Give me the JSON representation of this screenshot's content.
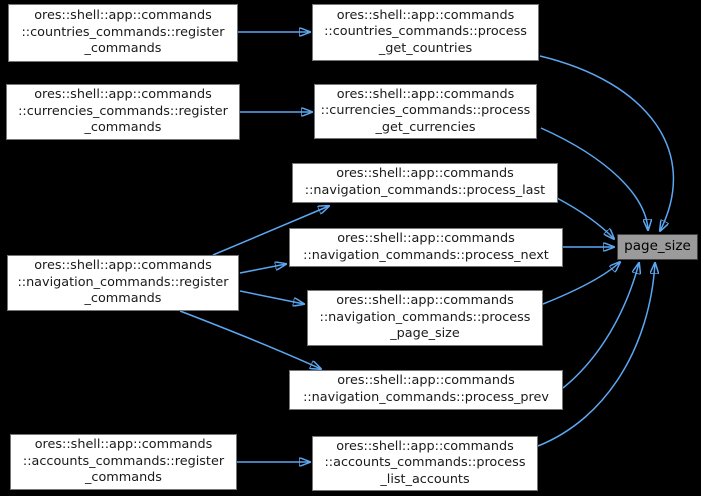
{
  "diagram_type": "doxygen-caller-graph",
  "focus": {
    "label": "page_size"
  },
  "colors": {
    "background": "#000000",
    "node_fill": "#ffffff",
    "node_border": "#757575",
    "node_text": "#1a1a1a",
    "focus_fill": "#9b9b9b",
    "focus_border": "#424242",
    "edge": "#5ca7f2"
  },
  "nodes": {
    "countries_register": {
      "lines": [
        "ores::shell::app::commands",
        "::countries_commands::register",
        "_commands"
      ]
    },
    "countries_process": {
      "lines": [
        "ores::shell::app::commands",
        "::countries_commands::process",
        "_get_countries"
      ]
    },
    "currencies_register": {
      "lines": [
        "ores::shell::app::commands",
        "::currencies_commands::register",
        "_commands"
      ]
    },
    "currencies_process": {
      "lines": [
        "ores::shell::app::commands",
        "::currencies_commands::process",
        "_get_currencies"
      ]
    },
    "nav_process_last": {
      "lines": [
        "ores::shell::app::commands",
        "::navigation_commands::process_last"
      ]
    },
    "nav_process_next": {
      "lines": [
        "ores::shell::app::commands",
        "::navigation_commands::process_next"
      ]
    },
    "nav_register": {
      "lines": [
        "ores::shell::app::commands",
        "::navigation_commands::register",
        "_commands"
      ]
    },
    "nav_process_page_size": {
      "lines": [
        "ores::shell::app::commands",
        "::navigation_commands::process",
        "_page_size"
      ]
    },
    "nav_process_prev": {
      "lines": [
        "ores::shell::app::commands",
        "::navigation_commands::process_prev"
      ]
    },
    "accounts_register": {
      "lines": [
        "ores::shell::app::commands",
        "::accounts_commands::register",
        "_commands"
      ]
    },
    "accounts_process": {
      "lines": [
        "ores::shell::app::commands",
        "::accounts_commands::process",
        "_list_accounts"
      ]
    },
    "page_size": {
      "label": "page_size"
    }
  },
  "edges": [
    {
      "from": "countries_register",
      "to": "countries_process"
    },
    {
      "from": "currencies_register",
      "to": "currencies_process"
    },
    {
      "from": "accounts_register",
      "to": "accounts_process"
    },
    {
      "from": "nav_register",
      "to": "nav_process_last"
    },
    {
      "from": "nav_register",
      "to": "nav_process_next"
    },
    {
      "from": "nav_register",
      "to": "nav_process_page_size"
    },
    {
      "from": "nav_register",
      "to": "nav_process_prev"
    },
    {
      "from": "countries_process",
      "to": "page_size"
    },
    {
      "from": "currencies_process",
      "to": "page_size"
    },
    {
      "from": "nav_process_last",
      "to": "page_size"
    },
    {
      "from": "nav_process_next",
      "to": "page_size"
    },
    {
      "from": "nav_process_page_size",
      "to": "page_size"
    },
    {
      "from": "nav_process_prev",
      "to": "page_size"
    },
    {
      "from": "accounts_process",
      "to": "page_size"
    }
  ]
}
